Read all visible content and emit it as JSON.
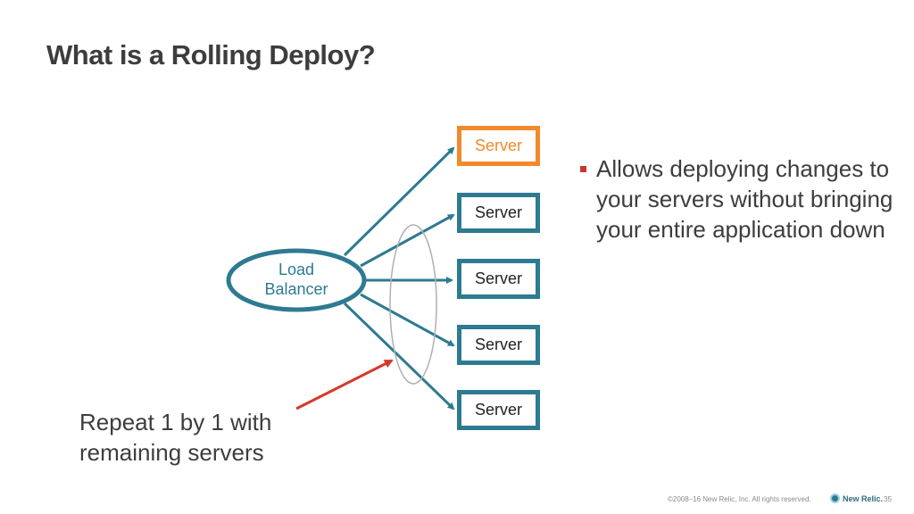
{
  "slide": {
    "title": "What is a Rolling Deploy?",
    "footer": "©2008–16 New Relic, Inc. All rights reserved.",
    "logo_text": "New Relic.",
    "page_number": "35"
  },
  "diagram": {
    "load_balancer": {
      "line1": "Load",
      "line2": "Balancer"
    },
    "servers": [
      {
        "label": "Server",
        "state": "updating"
      },
      {
        "label": "Server",
        "state": "pending"
      },
      {
        "label": "Server",
        "state": "pending"
      },
      {
        "label": "Server",
        "state": "pending"
      },
      {
        "label": "Server",
        "state": "pending"
      }
    ],
    "repeat_note": {
      "line1": "Repeat 1 by 1 with",
      "line2": "remaining servers"
    },
    "colors": {
      "teal": "#2d7a91",
      "active_orange": "#f2892b",
      "red_arrow": "#d6382a",
      "grey_oval": "#b0b0b0"
    }
  },
  "bullets": [
    "Allows deploying changes to your servers without bringing your entire application down"
  ]
}
